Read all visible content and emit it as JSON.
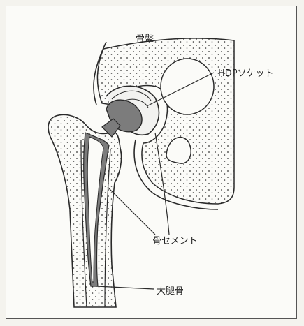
{
  "labels": {
    "pelvis": "骨盤",
    "socket": "HDPソケット",
    "cement": "骨セメント",
    "femur": "大腿骨"
  },
  "colors": {
    "line": "#2a2a2a",
    "gray": "#7c7c7c",
    "bg": "#fbfbf8"
  }
}
